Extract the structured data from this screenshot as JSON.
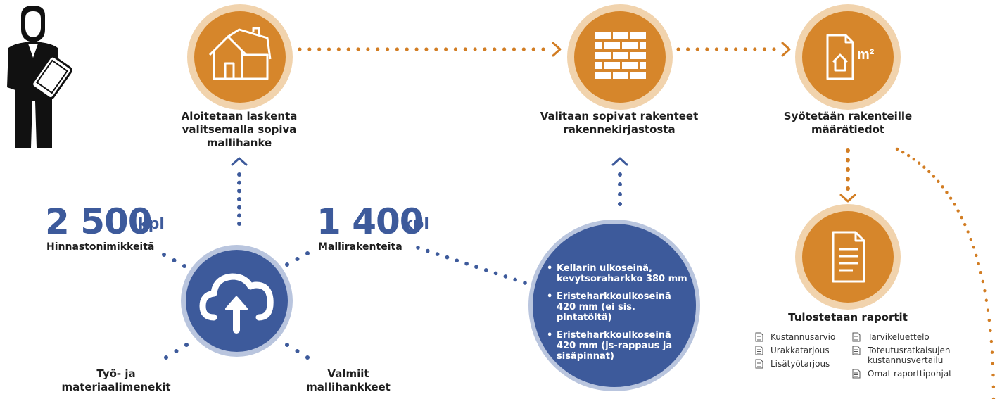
{
  "steps": {
    "start": {
      "label": "Aloitetaan laskenta valitsemalla sopiva mallihanke",
      "icon": "house-icon"
    },
    "structures": {
      "label": "Valitaan sopivat rakenteet rakennekirjastosta",
      "icon": "brick-wall-icon"
    },
    "quantities": {
      "label": "Syötetään rakenteille määrätiedot",
      "icon": "floorplan-area-icon",
      "unit": "m²"
    },
    "reports": {
      "label": "Tulostetaan raportit",
      "icon": "document-icon"
    }
  },
  "stats": {
    "items": {
      "number": "2 500",
      "unit": "kpl",
      "caption": "Hinnastonimikkeitä"
    },
    "structures": {
      "number": "1 400",
      "unit": "kpl",
      "caption": "Mallirakenteita"
    }
  },
  "hub": {
    "icon": "cloud-upload-icon",
    "labels": {
      "materials": "Työ- ja materiaalimenekit",
      "projects": "Valmiit mallihankkeet"
    }
  },
  "structure_examples": [
    "Kellarin ulkoseinä, kevytsoraharkko 380 mm",
    "Eristeharkkoulkoseinä 420 mm (ei sis. pintatöitä)",
    "Eristeharkkoulkoseinä 420 mm (js-rappaus ja sisäpinnat)"
  ],
  "reports": {
    "col1": [
      "Kustannusarvio",
      "Urakkatarjous",
      "Lisätyötarjous"
    ],
    "col2": [
      "Tarvikeluettelo",
      "Toteutusratkaisujen kustannusvertailu",
      "Omat raporttipohjat"
    ]
  },
  "colors": {
    "accent_orange": "#d6862b",
    "ring": "#f1d3ad",
    "blue": "#3d5a9b",
    "dots": "#d27d23"
  }
}
